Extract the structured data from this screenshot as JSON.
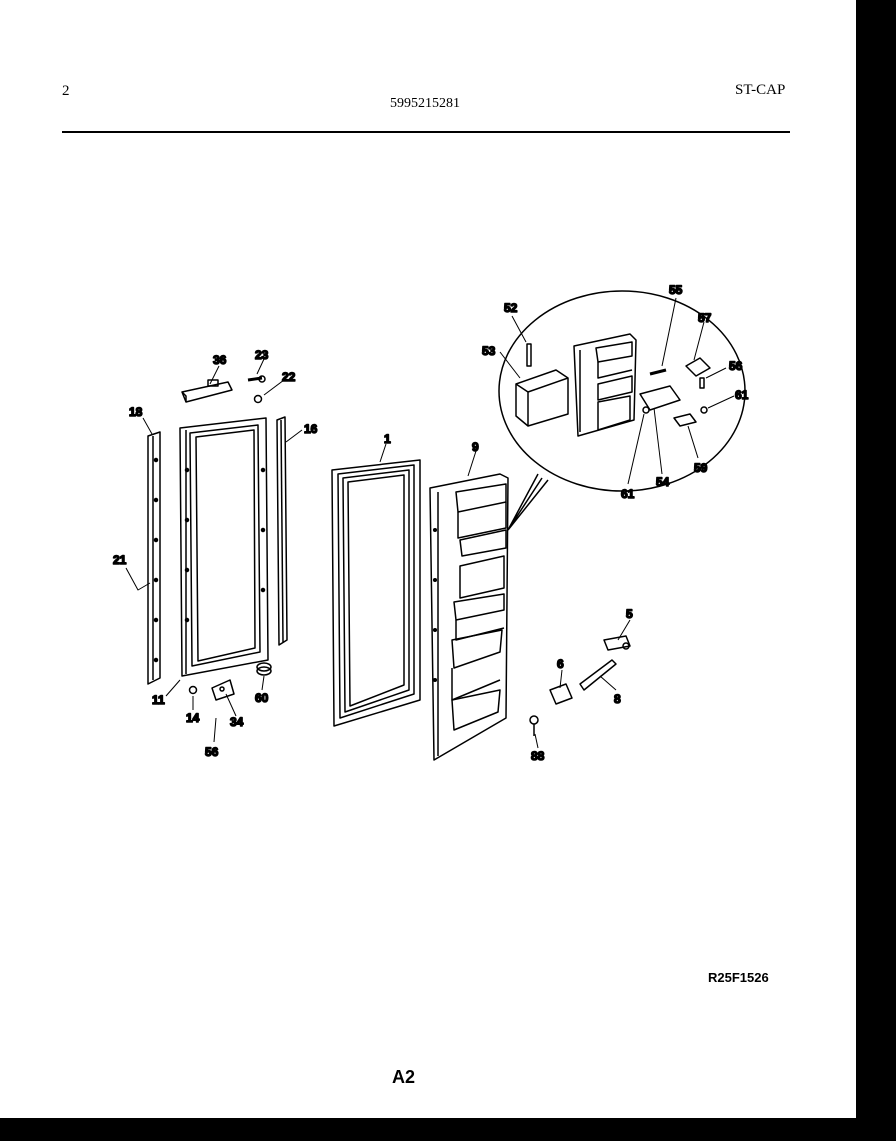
{
  "header": {
    "page_number": "2",
    "part_number": "5995215281",
    "model_code": "ST-CAP"
  },
  "diagram": {
    "callouts": {
      "c1": "1",
      "c5": "5",
      "c6": "6",
      "c8": "8",
      "c9": "9",
      "c11": "11",
      "c14": "14",
      "c16": "16",
      "c18": "18",
      "c21": "21",
      "c22": "22",
      "c23": "23",
      "c34": "34",
      "c36": "36",
      "c52": "52",
      "c53": "53",
      "c54": "54",
      "c55": "55",
      "c56a": "56",
      "c56b": "56",
      "c57": "57",
      "c59": "59",
      "c60": "60",
      "c61a": "61",
      "c61b": "61",
      "c88": "88"
    }
  },
  "footer": {
    "drawing_ref": "R25F1526",
    "page_code": "A2"
  }
}
